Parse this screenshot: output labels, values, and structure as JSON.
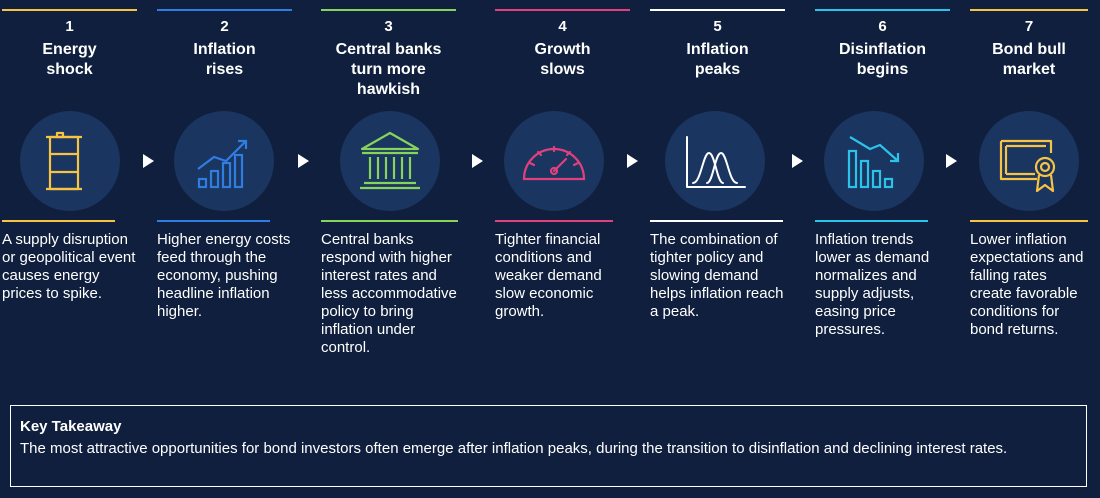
{
  "steps": [
    {
      "number": "1",
      "title": [
        "Energy",
        "shock"
      ],
      "icon": "oil-barrel-icon",
      "color": "#f6c343",
      "description": "A supply disruption or geopolitical event causes energy prices to spike."
    },
    {
      "number": "2",
      "title": [
        "Inflation",
        "rises"
      ],
      "icon": "rising-bar-chart-icon",
      "color": "#2f7de1",
      "description": "Higher energy costs feed through the economy, pushing headline inflation higher."
    },
    {
      "number": "3",
      "title": [
        "Central banks",
        "turn more",
        "hawkish"
      ],
      "icon": "bank-building-icon",
      "color": "#86d45a",
      "description": "Central banks respond with higher interest rates and less accommodative policy to bring inflation under control."
    },
    {
      "number": "4",
      "title": [
        "Growth",
        "slows"
      ],
      "icon": "speedometer-gauge-icon",
      "color": "#e0407d",
      "description": "Tighter financial conditions and weaker demand slow economic growth."
    },
    {
      "number": "5",
      "title": [
        "Inflation",
        "peaks"
      ],
      "icon": "bell-curve-peaks-icon",
      "color": "#ffffff",
      "description": "The combination of tighter policy and slowing demand helps inflation reach a peak."
    },
    {
      "number": "6",
      "title": [
        "Disinflation",
        "begins"
      ],
      "icon": "falling-bar-chart-icon",
      "color": "#2cc3ea",
      "description": "Inflation trends lower as demand normalizes and supply adjusts, easing price pressures."
    },
    {
      "number": "7",
      "title": [
        "Bond bull",
        "market"
      ],
      "icon": "bond-certificate-icon",
      "color": "#f6c343",
      "description": "Lower inflation expectations and falling rates create favorable conditions for bond returns."
    }
  ],
  "takeaway": {
    "title": "Key Takeaway",
    "text": "The most attractive opportunities for bond investors often emerge after inflation peaks, during the transition to disinflation and declining interest rates."
  }
}
